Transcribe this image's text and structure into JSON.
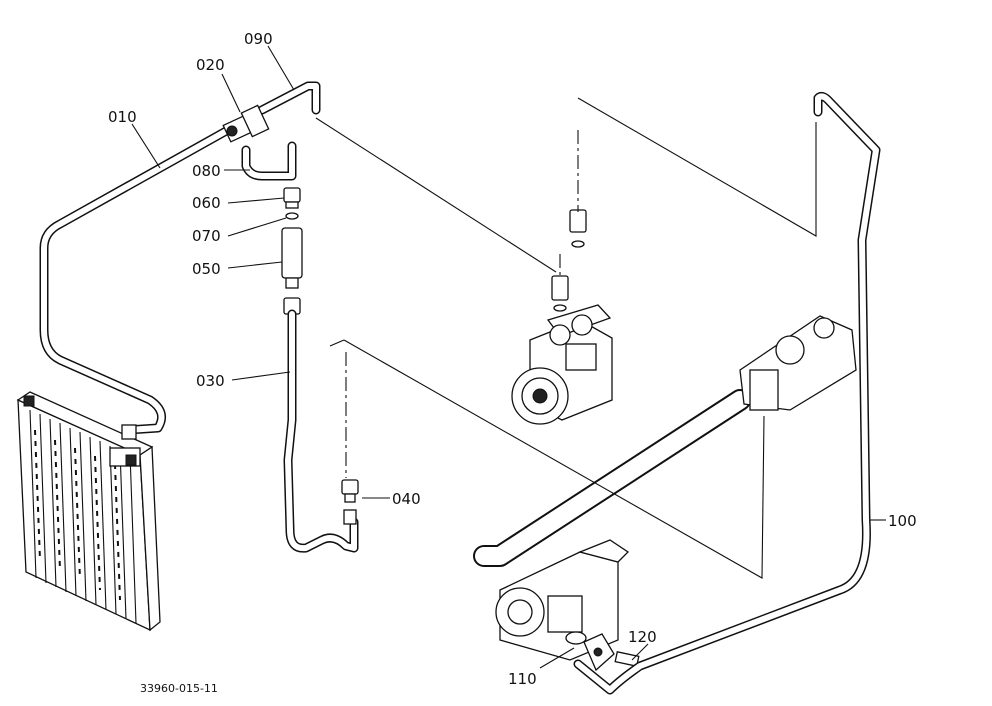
{
  "diagram": {
    "drawing_code": "33960-015-11",
    "callouts": [
      {
        "id": "010",
        "label": "010"
      },
      {
        "id": "020",
        "label": "020"
      },
      {
        "id": "030",
        "label": "030"
      },
      {
        "id": "040",
        "label": "040"
      },
      {
        "id": "050",
        "label": "050"
      },
      {
        "id": "060",
        "label": "060"
      },
      {
        "id": "070",
        "label": "070"
      },
      {
        "id": "080",
        "label": "080"
      },
      {
        "id": "090",
        "label": "090"
      },
      {
        "id": "100",
        "label": "100"
      },
      {
        "id": "110",
        "label": "110"
      },
      {
        "id": "120",
        "label": "120"
      }
    ]
  }
}
